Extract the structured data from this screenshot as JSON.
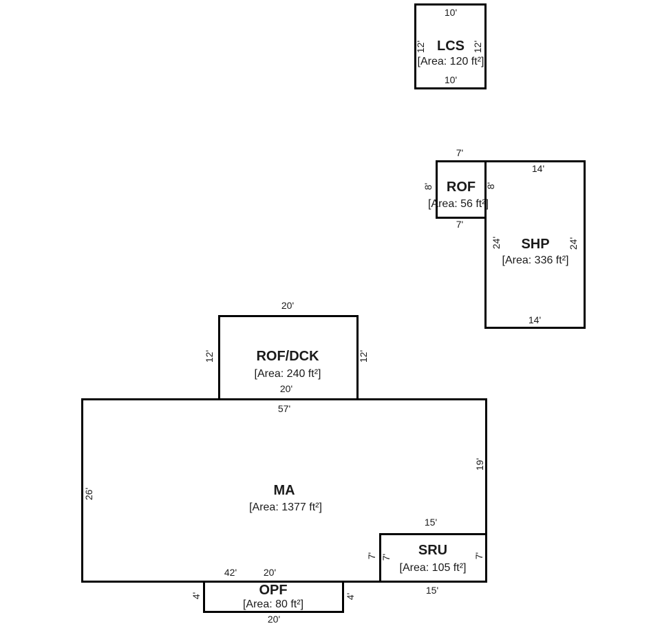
{
  "colors": {
    "line": "#000000",
    "text": "#1a1a1a",
    "background": "#ffffff"
  },
  "buildings": {
    "lcs": {
      "name": "LCS",
      "area": "[Area: 120 ft²]",
      "dim_top": "10'",
      "dim_bottom": "10'",
      "dim_left": "12'",
      "dim_right": "12'"
    },
    "rof": {
      "name": "ROF",
      "area": "[Area: 56 ft²]",
      "dim_top": "7'",
      "dim_bottom": "7'",
      "dim_left": "8'",
      "dim_right": "8'"
    },
    "shp": {
      "name": "SHP",
      "area": "[Area: 336 ft²]",
      "dim_top": "14'",
      "dim_bottom": "14'",
      "dim_left": "24'",
      "dim_right": "24'"
    },
    "rofdck": {
      "name": "ROF/DCK",
      "area": "[Area: 240 ft²]",
      "dim_top": "20'",
      "dim_bottom": "20'",
      "dim_left": "12'",
      "dim_right": "12'"
    },
    "ma": {
      "name": "MA",
      "area": "[Area: 1377 ft²]",
      "dim_top": "57'",
      "dim_left": "26'",
      "dim_right": "19'",
      "dim_bottom_left": "42'",
      "dim_bottom_right": "20'"
    },
    "sru": {
      "name": "SRU",
      "area": "[Area: 105 ft²]",
      "dim_top": "15'",
      "dim_bottom": "15'",
      "dim_left_outer": "7'",
      "dim_left_inner": "7'",
      "dim_right": "7'"
    },
    "opf": {
      "name": "OPF",
      "area": "[Area: 80 ft²]",
      "dim_bottom": "20'",
      "dim_left": "4'",
      "dim_right": "4'"
    }
  }
}
